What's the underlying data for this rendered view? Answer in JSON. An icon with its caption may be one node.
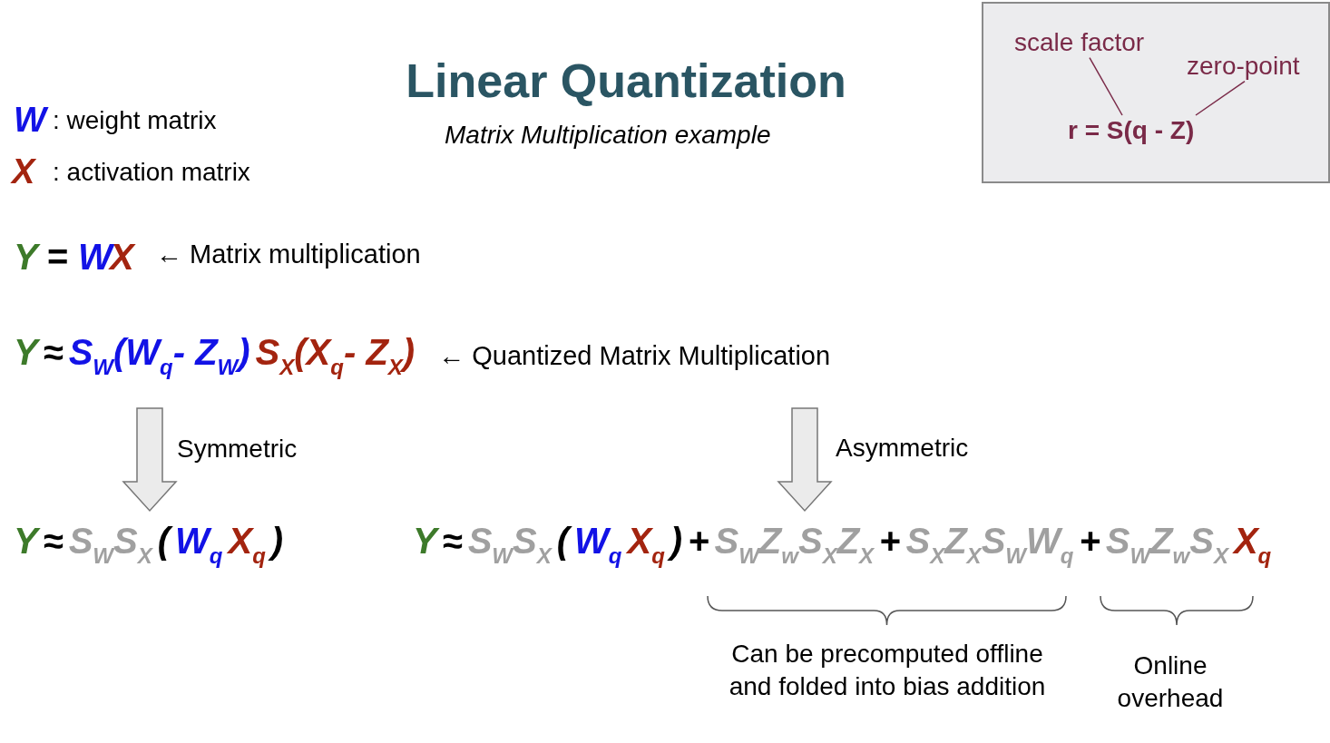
{
  "diagram": {
    "title": "Linear Quantization",
    "nodes": [
      {
        "text": [],
        "shape": "box"
      },
      {
        "text": [
          "scale factor"
        ],
        "in": 0
      },
      {
        "text": [
          "zero-point"
        ],
        "in": 0
      },
      {
        "text": [
          "r = S(q - Z)"
        ],
        "in": 0
      },
      {
        "text": [
          "Y",
          "≈",
          "S$_{W}$(W$_{q}$- Z$_{W}$)",
          "S$_{X}$(X$_{q}$- Z$_{X}$)"
        ],
        "beside": [
          "← Quantized Matrix Multiplication"
        ]
      },
      {
        "text": [
          "Y",
          "≈",
          "S$_{W}$S$_{X}$",
          "(",
          "W$_{q}$",
          "X$_{q}$",
          ")"
        ]
      },
      {
        "text": [
          "Y",
          "≈",
          "S$_{W}$S$_{X}$",
          "(",
          "W$_{q}$",
          "X$_{q}$",
          ")",
          "+",
          "S$_{W}$Z$_{w}$S$_{X}$Z$_{X}$",
          "+",
          "S$_{X}$Z$_{X}$S$_{W}$W$_{q}$",
          "+",
          "S$_{W}$Z$_{w}$S$_{X}$",
          "X$_{q}$"
        ]
      }
    ],
    "edges": [
      {
        "from": 1,
        "to": 3,
        "arrow": "none"
      },
      {
        "from": 2,
        "to": 3,
        "arrow": "none"
      },
      {
        "from": 4,
        "to": 5,
        "arrow": "to",
        "label": "Symmetric"
      },
      {
        "from": 4,
        "to": 6,
        "arrow": "to",
        "label": "Asymmetric"
      }
    ],
    "labels": [
      "Matrix Multiplication example",
      "W",
      ": weight matrix",
      "X",
      ": activation matrix",
      "Y",
      "=",
      "W",
      "X",
      "← Matrix multiplication",
      "Can be precomputed offline and folded into bias addition",
      "Online overhead"
    ]
  }
}
